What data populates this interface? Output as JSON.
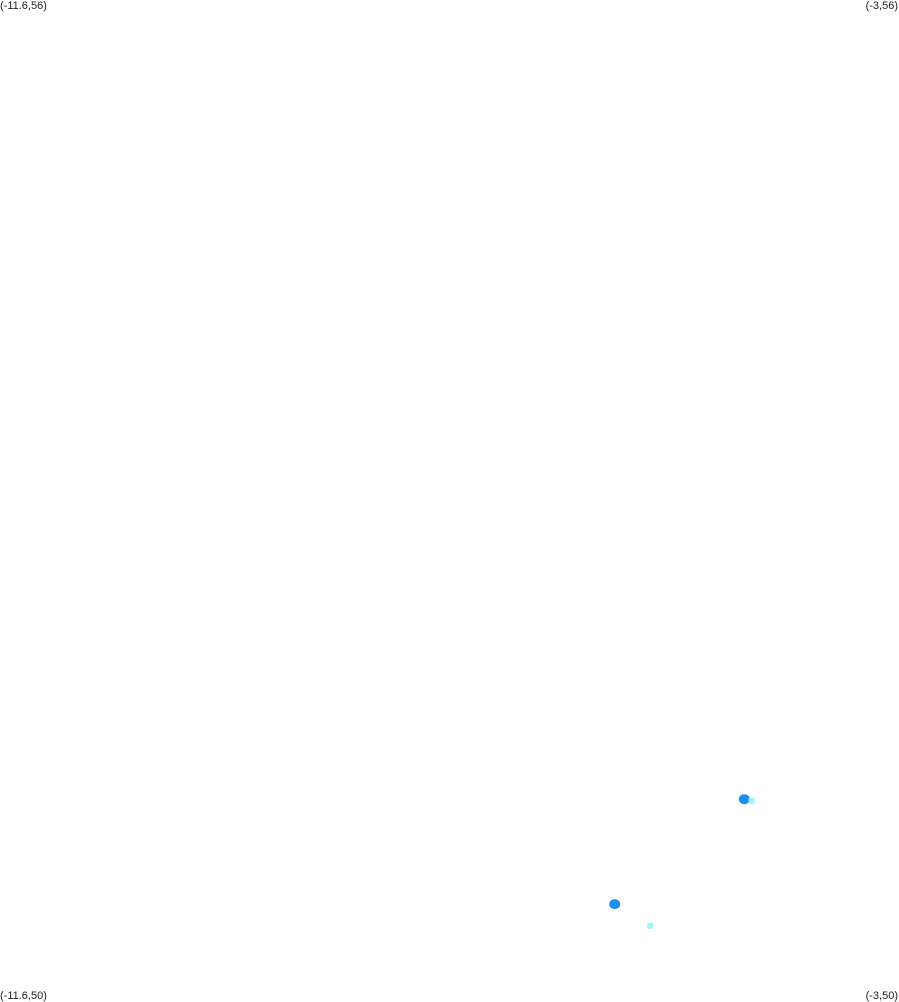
{
  "corners": {
    "top_left": "(-11.6,56)",
    "top_right": "(-3,56)",
    "bottom_left": "(-11.6,50)",
    "bottom_right": "(-3,50)"
  },
  "extent": {
    "lon_min": -11.6,
    "lon_max": -3,
    "lat_min": 50,
    "lat_max": 56
  },
  "colors": {
    "background": "#ffffff",
    "marker_dark": "#1a8fef",
    "marker_light": "#9ff3ff",
    "label_text": "#222222"
  },
  "markers": [
    {
      "lon": -4.48,
      "lat": 51.2,
      "tone": "marker_dark"
    },
    {
      "lon": -4.41,
      "lat": 51.19,
      "tone": "marker_light"
    },
    {
      "lon": -5.72,
      "lat": 50.57,
      "tone": "marker_dark"
    },
    {
      "lon": -5.38,
      "lat": 50.44,
      "tone": "marker_light"
    }
  ]
}
